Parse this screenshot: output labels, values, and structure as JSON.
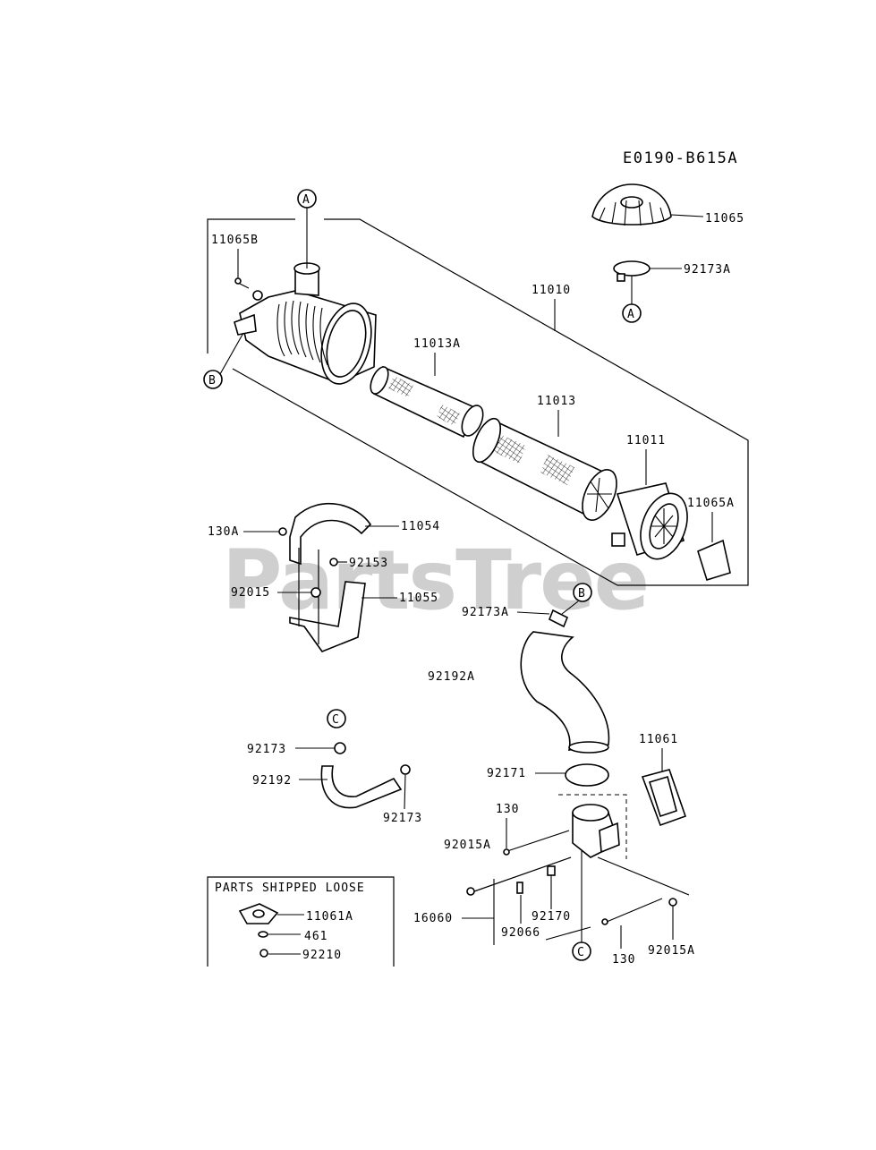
{
  "diagram_code": "E0190-B615A",
  "watermark": "PartsTree",
  "callout_markers": {
    "a": "A",
    "b": "B",
    "c": "C"
  },
  "part_numbers": {
    "p11010": "11010",
    "p11011": "11011",
    "p11013": "11013",
    "p11013A": "11013A",
    "p11054": "11054",
    "p11055": "11055",
    "p11061": "11061",
    "p11061A": "11061A",
    "p11065": "11065",
    "p11065A": "11065A",
    "p11065B": "11065B",
    "p130": "130",
    "p130A": "130A",
    "p16060": "16060",
    "p461": "461",
    "p92015": "92015",
    "p92015A": "92015A",
    "p92066": "92066",
    "p92153": "92153",
    "p92170": "92170",
    "p92171": "92171",
    "p92173": "92173",
    "p92173A": "92173A",
    "p92192": "92192",
    "p92192A": "92192A",
    "p92210": "92210"
  },
  "parts_shipped_loose": {
    "title": "PARTS SHIPPED LOOSE",
    "items": [
      "11061A",
      "461",
      "92210"
    ]
  }
}
